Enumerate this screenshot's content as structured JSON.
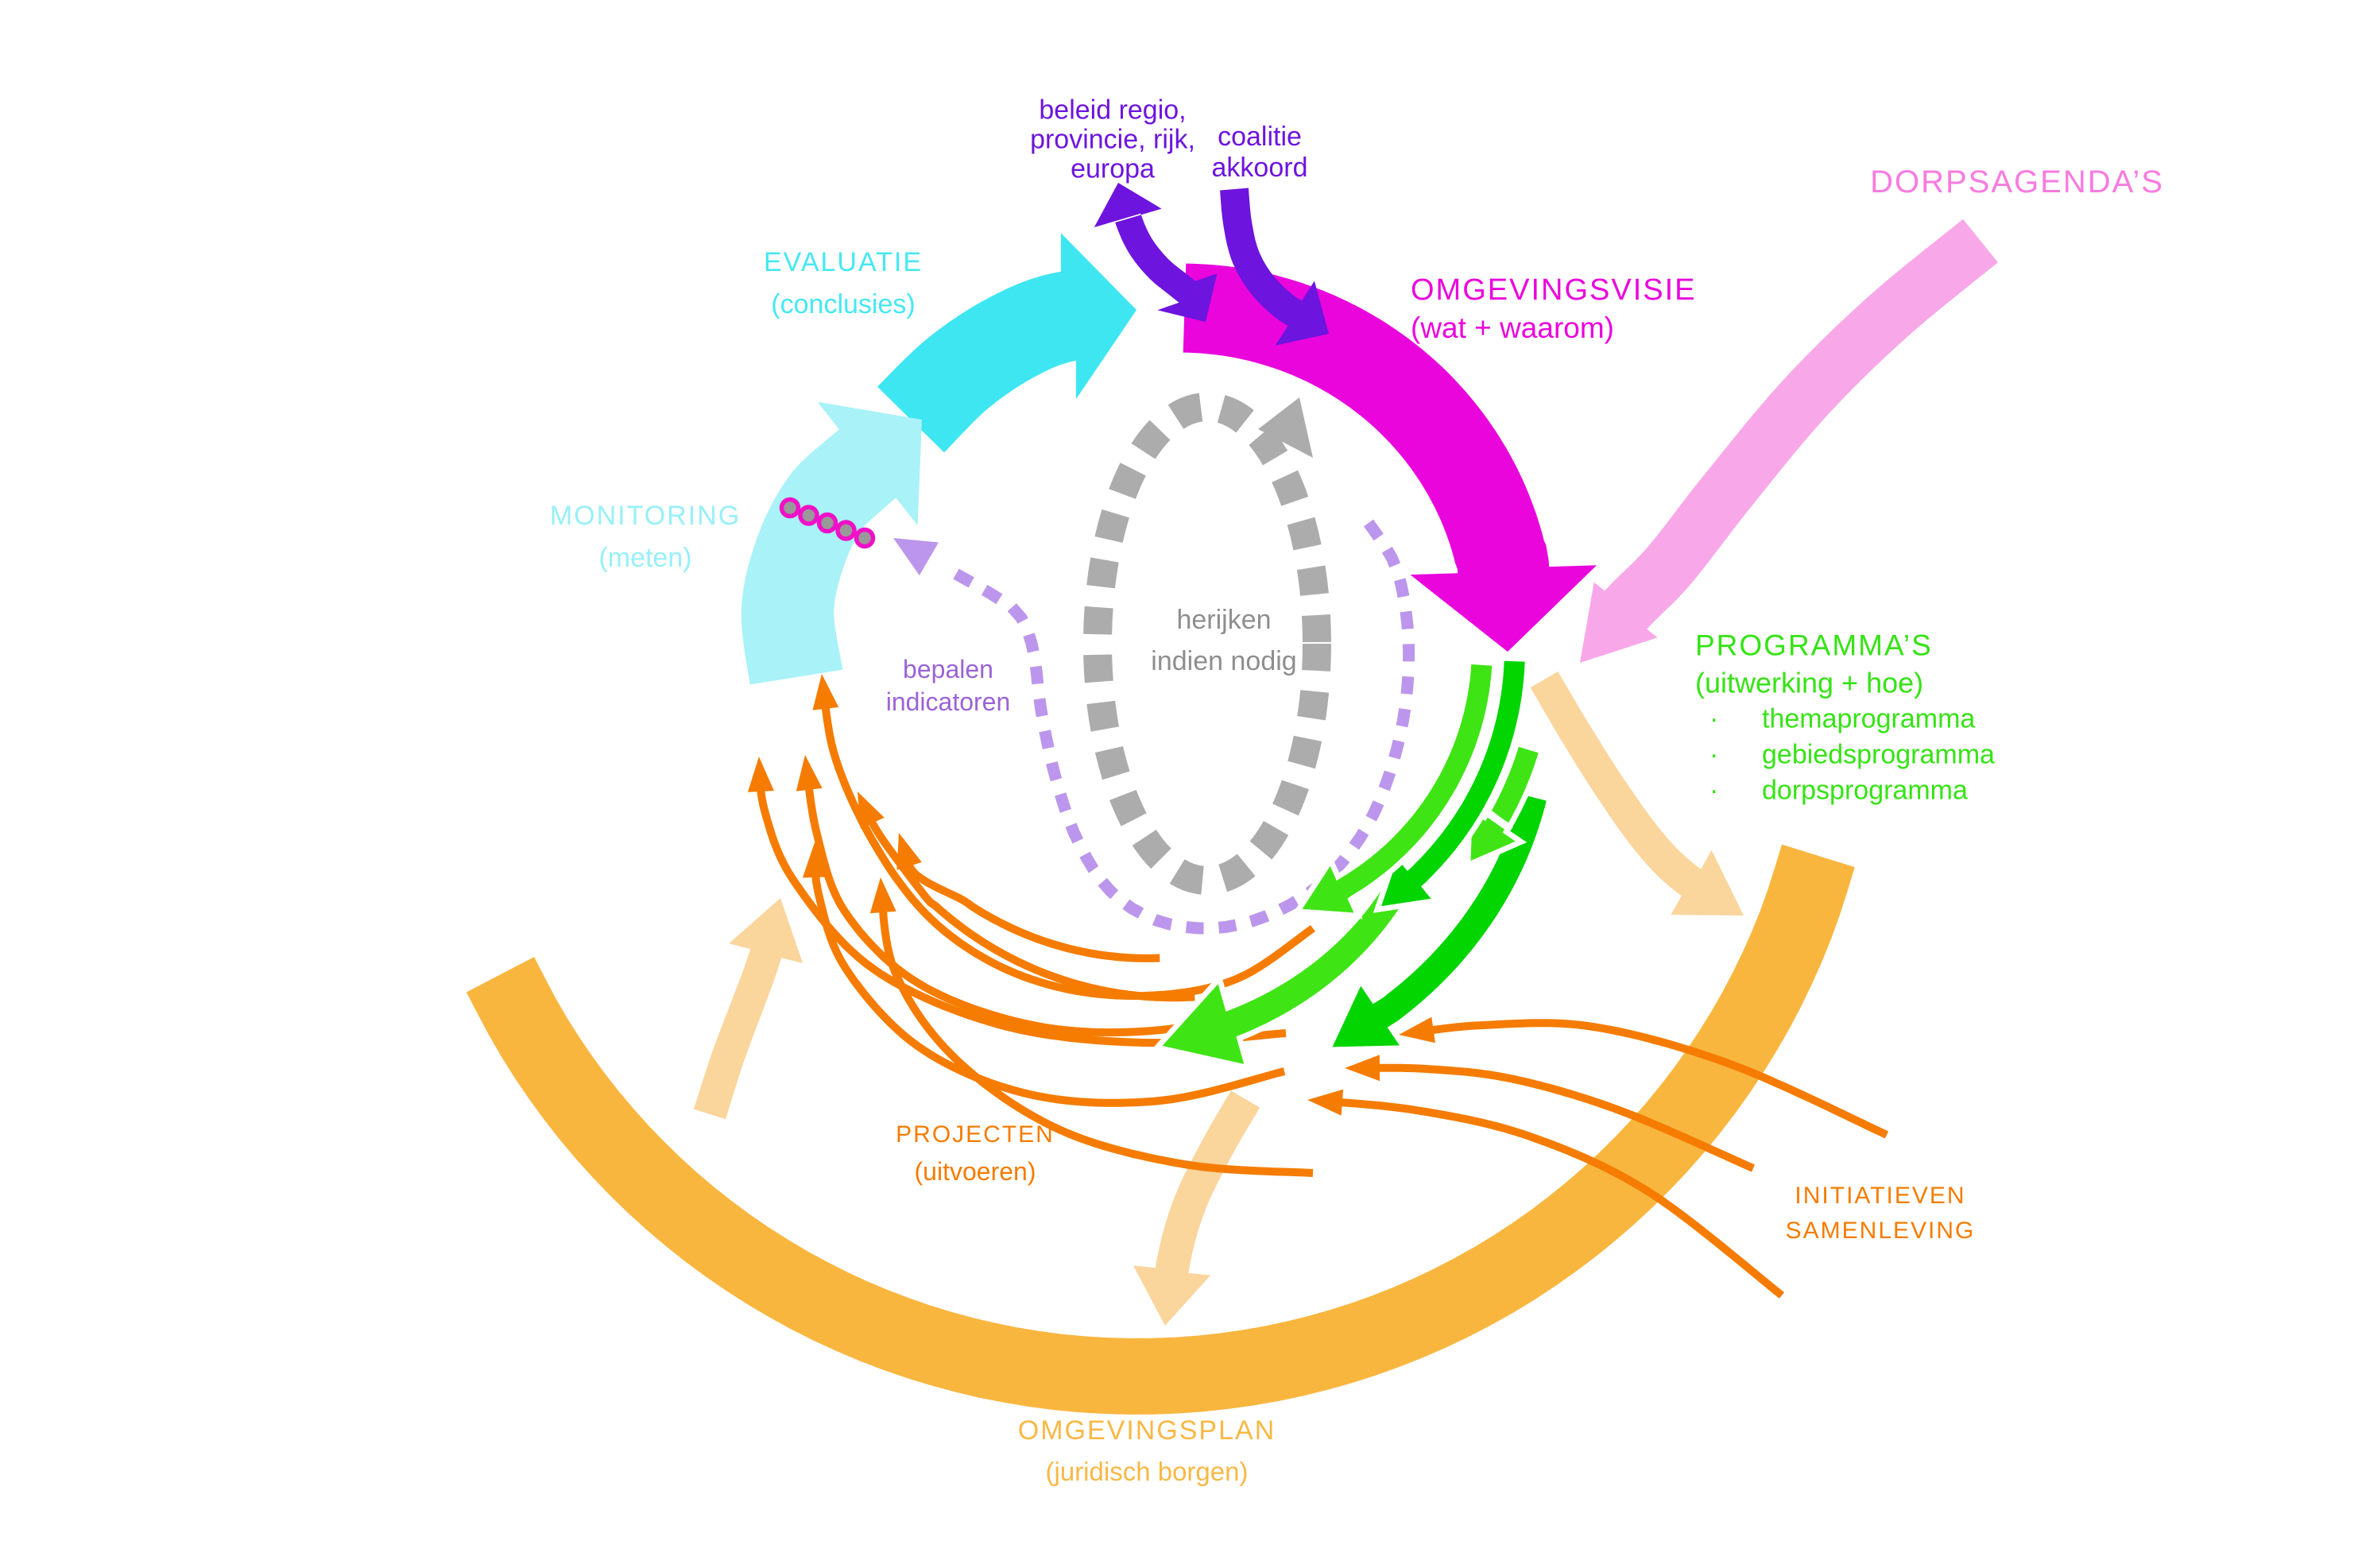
{
  "title": "Beleidscyclus omgeving diagram",
  "colors": {
    "background": "#ffffff",
    "cyan": "#3EE6F2",
    "cyan_light": "#A8F2F8",
    "cyan_text": "#45E8F3",
    "cyan_light_text": "#97F0F7",
    "magenta": "#E905DC",
    "purple": "#6D14DE",
    "lavender": "#BC96EC",
    "lavender_text": "#9B63D6",
    "pink": "#F8A8E8",
    "pink_text": "#F87BE0",
    "green_bright": "#3FE414",
    "green_dark": "#03D500",
    "green_text": "#35E314",
    "orange": "#F57C00",
    "orange_band": "#F9B63F",
    "orange_band_text": "#F9B845",
    "tan": "#FAD59C",
    "gray": "#ACACAC",
    "gray_text": "#8E8E8E",
    "dot_gray": "#999999",
    "dot_ring": "#F010C8"
  },
  "labels": {
    "evaluatie": {
      "line1": "EVALUATIE",
      "line2": "(conclusies)"
    },
    "monitoring": {
      "line1": "MONITORING",
      "line2": "(meten)"
    },
    "omgevingsvisie": {
      "line1": "OMGEVINGSVISIE",
      "line2": "(wat + waarom)"
    },
    "beleid": {
      "line1": "beleid regio,",
      "line2": "provincie, rijk,",
      "line3": "europa"
    },
    "coalitie": {
      "line1": "coalitie",
      "line2": "akkoord"
    },
    "dorpsagendas": {
      "line1": "DORPSAGENDA’S"
    },
    "programmas": {
      "line1": "PROGRAMMA’S",
      "line2": "(uitwerking + hoe)",
      "items": [
        {
          "bullet": "·",
          "text": "themaprogramma"
        },
        {
          "bullet": "·",
          "text": "gebiedsprogramma"
        },
        {
          "bullet": "·",
          "text": "dorpsprogramma"
        }
      ]
    },
    "herijken": {
      "line1": "herijken",
      "line2": "indien nodig"
    },
    "bepalen": {
      "line1": "bepalen",
      "line2": "indicatoren"
    },
    "projecten": {
      "line1": "PROJECTEN",
      "line2": "(uitvoeren)"
    },
    "initiatieven": {
      "line1": "INITIATIEVEN",
      "line2": "SAMENLEVING"
    },
    "omgevingsplan": {
      "line1": "OMGEVINGSPLAN",
      "line2": "(juridisch borgen)"
    }
  }
}
